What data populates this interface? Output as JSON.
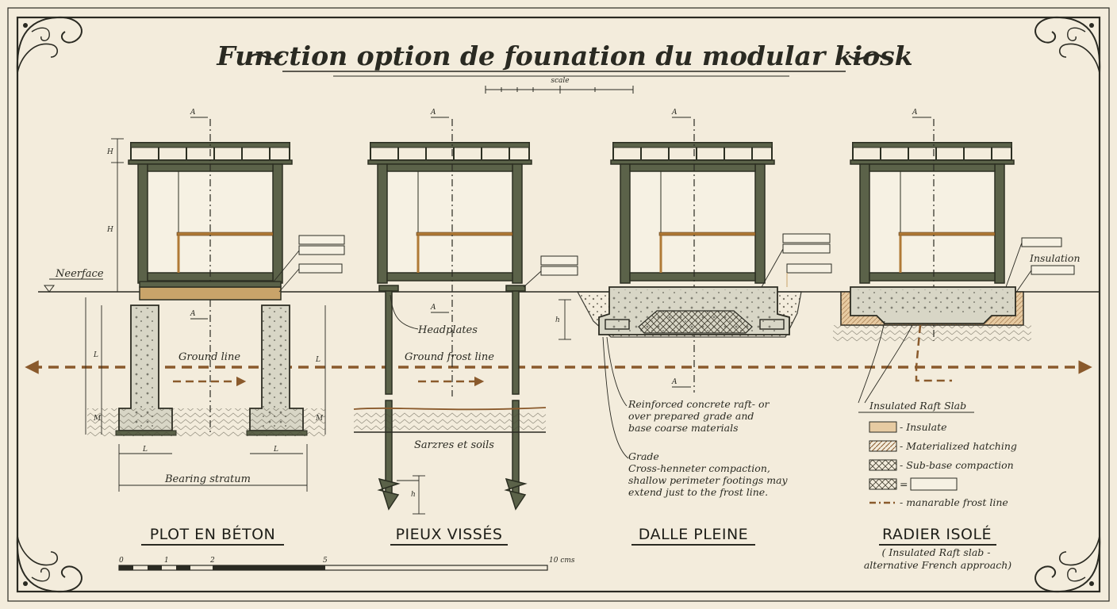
{
  "title": "Function option de founation du modular kiosk",
  "scale_label": "scale",
  "surface_label": "Neerface",
  "section_marker": "A",
  "colors": {
    "paper": "#f3ecdc",
    "ink": "#2a2a22",
    "steel": "#5b6249",
    "concrete": "#d8d6c6",
    "frost_line": "#8a5a2c",
    "insulation": "#e7cba2"
  },
  "panels": [
    {
      "caption": "PLOT EN BÉTON",
      "labels": {
        "ground_line": "Ground line",
        "bearing": "Bearing stratum"
      },
      "dims": {
        "h": "H",
        "l": "L",
        "m": "M"
      }
    },
    {
      "caption": "PIEUX VISSÉS",
      "labels": {
        "headplates": "Headplates",
        "frost": "Ground frost line",
        "soils": "Sarzres et soils"
      },
      "dims": {
        "h": "h"
      }
    },
    {
      "caption": "DALLE PLEINE",
      "dims": {
        "h": "h"
      },
      "notes": [
        "Reinforced concrete raft- or",
        "over prepared grade and",
        "base coarse materials"
      ],
      "grade_title": "Grade",
      "grade_notes": [
        "Cross-henneter compaction,",
        "shallow perimeter footings may",
        "extend just to the frost line."
      ]
    },
    {
      "caption": "RADIER ISOLÉ",
      "subcaption": [
        "( Insulated Raft slab -",
        "alternative French approach)"
      ],
      "insulation_label": "Insulation",
      "legend_title": "Insulated Raft Slab",
      "legend": [
        {
          "swatch": "insulation",
          "label": "- Insulate"
        },
        {
          "swatch": "materialized",
          "label": "- Materialized hatching"
        },
        {
          "swatch": "subbase",
          "label": "- Sub-base compaction"
        },
        {
          "swatch": "crosshatch",
          "label": "="
        },
        {
          "swatch": "frost-line",
          "label": "- manarable frost line"
        }
      ]
    }
  ],
  "bottom_scale": {
    "ticks": [
      "0",
      "1",
      "2",
      "5",
      "10 cms"
    ]
  }
}
